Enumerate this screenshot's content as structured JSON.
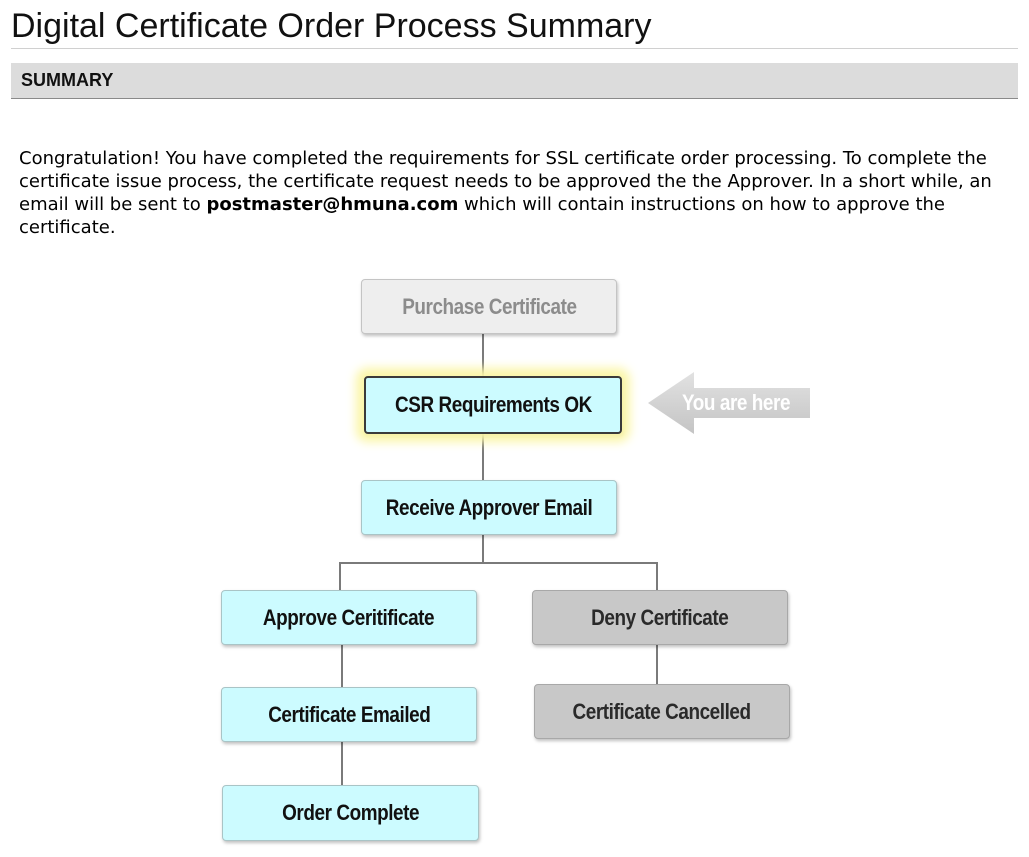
{
  "header": {
    "title": "Digital Certificate Order Process Summary"
  },
  "section": {
    "title": "SUMMARY"
  },
  "intro": {
    "text_before": "Congratulation! You have completed the requirements for SSL certificate order processing. To complete the certificate issue process, the certificate request needs to be approved the the Approver. In a short while, an email will be sent to ",
    "email": "postmaster@hmuna.com",
    "text_after": " which will contain instructions on how to approve the certificate."
  },
  "flowchart": {
    "steps": {
      "purchase": "Purchase Certificate",
      "csr": "CSR Requirements OK",
      "receive": "Receive Approver Email",
      "approve": "Approve Ceritificate",
      "deny": "Deny Certificate",
      "emailed": "Certificate Emailed",
      "cancelled": "Certificate Cancelled",
      "complete": "Order Complete"
    },
    "current_step": "CSR Requirements OK",
    "marker_label": "You are here",
    "colors": {
      "pending_step": "#ccfbff",
      "completed_step": "#eeeeee",
      "denied_path": "#c8c8c8",
      "current_glow": "#fbf6a8",
      "marker": "#cfcfcf"
    }
  }
}
